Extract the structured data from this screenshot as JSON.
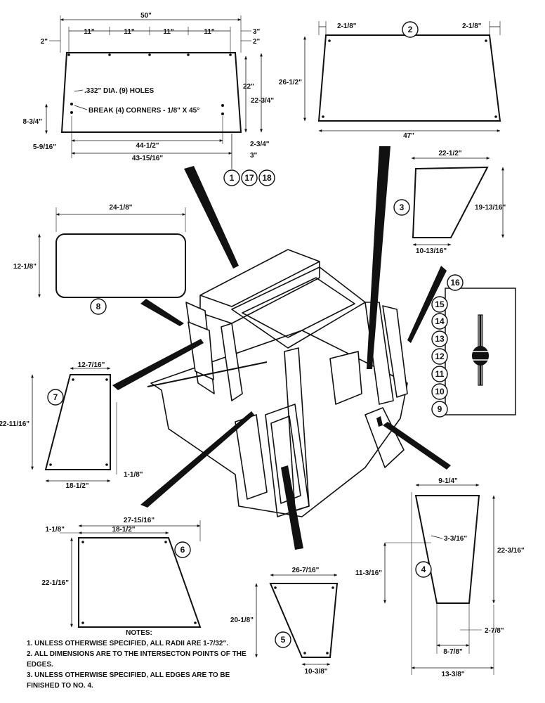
{
  "panel1": {
    "overall_width": "50\"",
    "segments": [
      "11\"",
      "11\"",
      "11\"",
      "11\""
    ],
    "left_offset": "2\"",
    "right_top_1": "3\"",
    "right_top_2": "2\"",
    "holes_note": ".332\" DIA. (9) HOLES",
    "corners_note": "BREAK (4) CORNERS - 1/8\" X 45°",
    "height_inner": "22\"",
    "height_outer": "22-3/4\"",
    "left_height": "8-3/4\"",
    "left_bottom": "5-9/16\"",
    "bottom_width_1": "44-1/2\"",
    "bottom_width_2": "43-15/16\"",
    "right_bottom_1": "2-3/4\"",
    "right_bottom_2": "3\"",
    "callouts": [
      "1",
      "17",
      "18"
    ]
  },
  "panel2": {
    "callout": "2",
    "left_offset": "2-1/8\"",
    "right_offset": "2-1/8\"",
    "height": "26-1/2\"",
    "width": "47\""
  },
  "panel3": {
    "callout": "3",
    "width_top": "22-1/2\"",
    "height": "19-13/16\"",
    "bottom_width": "10-13/16\""
  },
  "panel8": {
    "callout": "8",
    "width": "24-1/8\"",
    "height": "12-1/8\""
  },
  "panel7": {
    "callout": "7",
    "top_width": "12-7/16\"",
    "height": "22-11/16\"",
    "bottom_width": "18-1/2\"",
    "right_offset": "1-1/8\""
  },
  "detail16": {
    "callout": "16",
    "items": [
      "15",
      "14",
      "13",
      "12",
      "11",
      "10",
      "9"
    ]
  },
  "panel6": {
    "callout": "6",
    "overall_width": "27-15/16\"",
    "top_width": "18-1/2\"",
    "left_offset": "1-1/8\"",
    "height": "22-1/16\""
  },
  "panel5": {
    "callout": "5",
    "top_width": "26-7/16\"",
    "height": "20-1/8\"",
    "bottom_width": "10-3/8\""
  },
  "panel4": {
    "callout": "4",
    "top_width": "9-1/4\"",
    "height": "22-3/16\"",
    "chamfer": "3-3/16\"",
    "left_height": "11-3/16\"",
    "right_bottom": "2-7/8\"",
    "bottom_width": "8-7/8\"",
    "overall_width": "13-3/8\""
  },
  "notes": {
    "title": "NOTES:",
    "items": [
      "1. UNLESS OTHERWISE SPECIFIED, ALL RADII ARE 1-7/32\".",
      "2. ALL DIMENSIONS ARE TO THE INTERSECTON POINTS OF THE EDGES.",
      "3. UNLESS OTHERWISE SPECIFIED, ALL EDGES ARE TO BE FINISHED TO NO. 4."
    ]
  }
}
